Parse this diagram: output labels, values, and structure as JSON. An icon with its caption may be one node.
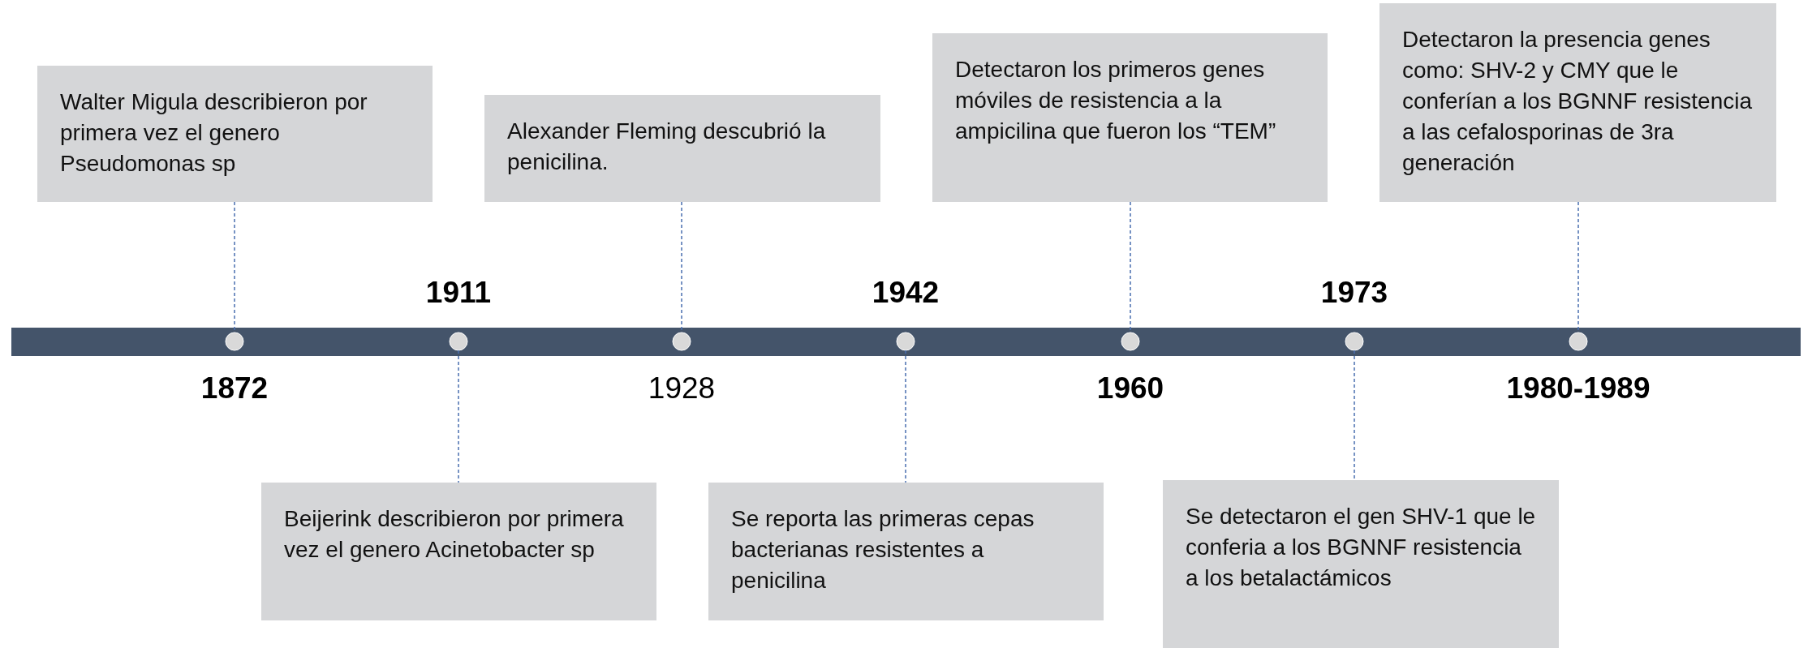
{
  "diagram": {
    "nodes": [
      {
        "text": [
          "Walter Migula describieron por primera vez el genero Pseudomonas sp"
        ]
      },
      {
        "text": [
          "Alexander Fleming descubrió la penicilina."
        ]
      },
      {
        "text": [
          "Detectaron los primeros genes móviles de resistencia a la ampicilina que fueron los “TEM”"
        ]
      },
      {
        "text": [
          "Detectaron la presencia genes como: SHV-2 y CMY que le conferían a los BGNNF resistencia a las cefalosporinas de 3ra generación"
        ]
      },
      {
        "text": [
          "Beijerink describieron por primera vez el genero Acinetobacter sp"
        ]
      },
      {
        "text": [
          "Se reporta las primeras cepas bacterianas resistentes a penicilina"
        ]
      },
      {
        "text": [
          "Se detectaron el gen SHV-1 que le conferia a los BGNNF resistencia a los betalactámicos"
        ]
      },
      {
        "text": [],
        "shape": "circle",
        "beside": [
          "1872"
        ]
      },
      {
        "text": [],
        "shape": "circle",
        "beside": [
          "1911"
        ]
      },
      {
        "text": [],
        "shape": "circle",
        "beside": [
          "1928"
        ]
      },
      {
        "text": [],
        "shape": "circle",
        "beside": [
          "1942"
        ]
      },
      {
        "text": [],
        "shape": "circle",
        "beside": [
          "1960"
        ]
      },
      {
        "text": [],
        "shape": "circle",
        "beside": [
          "1973"
        ]
      },
      {
        "text": [],
        "shape": "circle",
        "beside": [
          "1980-1989"
        ]
      }
    ],
    "edges": [
      {
        "from": 0,
        "to": 7,
        "arrow": "none",
        "style": "dashed"
      },
      {
        "from": 1,
        "to": 9,
        "arrow": "none",
        "style": "dashed"
      },
      {
        "from": 2,
        "to": 11,
        "arrow": "none",
        "style": "dashed"
      },
      {
        "from": 3,
        "to": 13,
        "arrow": "none",
        "style": "dashed"
      },
      {
        "from": 4,
        "to": 8,
        "arrow": "none",
        "style": "dashed"
      },
      {
        "from": 5,
        "to": 10,
        "arrow": "none",
        "style": "dashed"
      },
      {
        "from": 6,
        "to": 12,
        "arrow": "none",
        "style": "dashed"
      }
    ]
  }
}
